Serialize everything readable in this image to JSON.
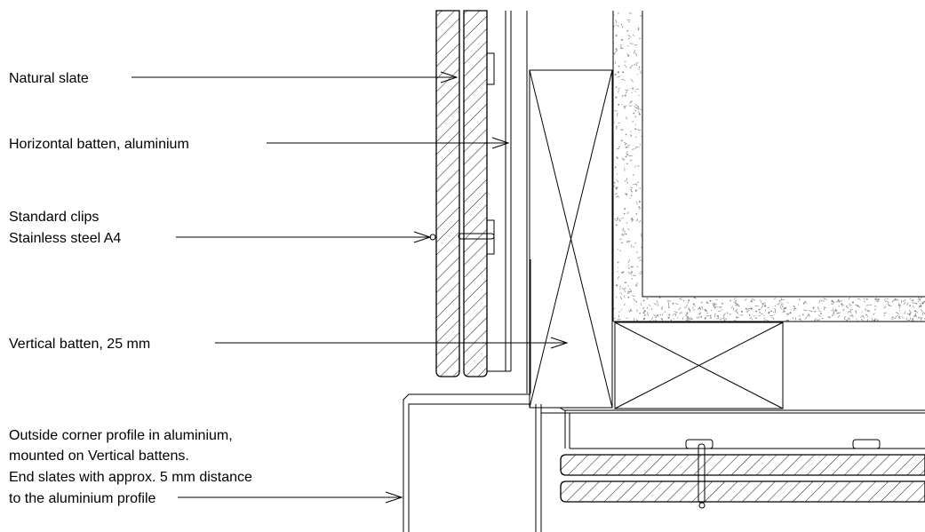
{
  "labels": {
    "natural_slate": "Natural slate",
    "horizontal_batten": "Horizontal batten, aluminium",
    "clips_line1": "Standard clips",
    "clips_line2": "Stainless steel A4",
    "vertical_batten": "Vertical batten, 25 mm",
    "corner_line1": "Outside corner profile in aluminium,",
    "corner_line2": "mounted on Vertical battens.",
    "corner_line3": "End slates with approx. 5 mm distance",
    "corner_line4": "to the aluminium profile"
  },
  "colors": {
    "line": "#000000",
    "background": "#ffffff",
    "concrete_speckle": "#8a8a8a"
  }
}
